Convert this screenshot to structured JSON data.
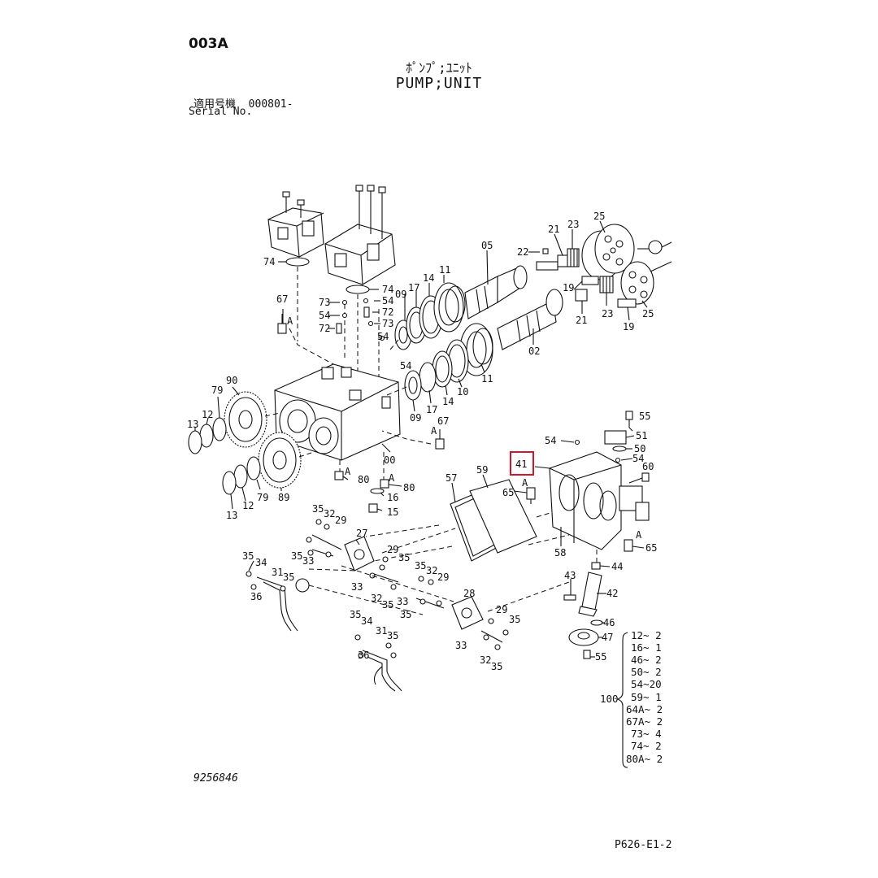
{
  "header": {
    "code": "003A",
    "title_jp": "ﾎﾟﾝﾌﾟ;ﾕﾆｯﾄ",
    "title_en": "PUMP;UNIT",
    "serial_label_jp": "適用号機",
    "serial_value": "000801-",
    "serial_label_en": "Serial No."
  },
  "footer": {
    "doc_number": "9256846",
    "page_code": "P626-E1-2"
  },
  "labels": {
    "p74a": "74",
    "p74b": "74",
    "p73a": "73",
    "p73b": "73",
    "p54a": "54",
    "p54b": "54",
    "p72a": "72",
    "p72b": "72",
    "p54c": "54",
    "p54d": "54",
    "p67a": "67",
    "p67b": "67",
    "pAa": "A",
    "pAb": "A",
    "pAc": "A",
    "pAd": "A",
    "pAe": "A",
    "pAf": "A",
    "p09a": "09",
    "p17a": "17",
    "p14a": "14",
    "p11a": "11",
    "p05": "05",
    "p22": "22",
    "p21a": "21",
    "p23a": "23",
    "p25a": "25",
    "p19a": "19",
    "p23b": "23",
    "p25b": "25",
    "p21b": "21",
    "p19b": "19",
    "p02": "02",
    "p11b": "11",
    "p10": "10",
    "p14b": "14",
    "p17b": "17",
    "p09b": "09",
    "p00": "00",
    "p90": "90",
    "p79a": "79",
    "p12a": "12",
    "p13a": "13",
    "p80a": "80",
    "p80b": "80",
    "p16": "16",
    "p15": "15",
    "p79b": "79",
    "p89": "89",
    "p12b": "12",
    "p13b": "13",
    "p57": "57",
    "p59": "59",
    "p55a": "55",
    "p51": "51",
    "p54e": "54",
    "p50": "50",
    "p54f": "54",
    "p60": "60",
    "p41": "41",
    "p65a": "65",
    "p65b": "65",
    "p58": "58",
    "p44": "44",
    "p43": "43",
    "p42": "42",
    "p46": "46",
    "p47": "47",
    "p55b": "55",
    "p35a": "35",
    "p32a": "32",
    "p29a": "29",
    "p27": "27",
    "p35b": "35",
    "p33a": "33",
    "p35c": "35",
    "p34a": "34",
    "p31a": "31",
    "p35d": "35",
    "p36a": "36",
    "p29b": "29",
    "p35e": "35",
    "p33b": "33",
    "p32b": "32",
    "p35f": "35",
    "p35g": "35",
    "p32c": "32",
    "p29c": "29",
    "p28": "28",
    "p33c": "33",
    "p35h": "35",
    "p29d": "29",
    "p35i": "35",
    "p35j": "35",
    "p34b": "34",
    "p31b": "31",
    "p35k": "35",
    "p36b": "36",
    "p33d": "33",
    "p32d": "32",
    "p35l": "35"
  },
  "kit": {
    "number": "100",
    "items": [
      "12~ 2",
      "16~ 1",
      "46~ 2",
      "50~ 2",
      "54~20",
      "59~ 1",
      "64A~ 2",
      "67A~ 2",
      "73~ 4",
      "74~ 2",
      "80A~ 2"
    ]
  },
  "highlight": {
    "part": "41",
    "color": "#d1182b"
  }
}
